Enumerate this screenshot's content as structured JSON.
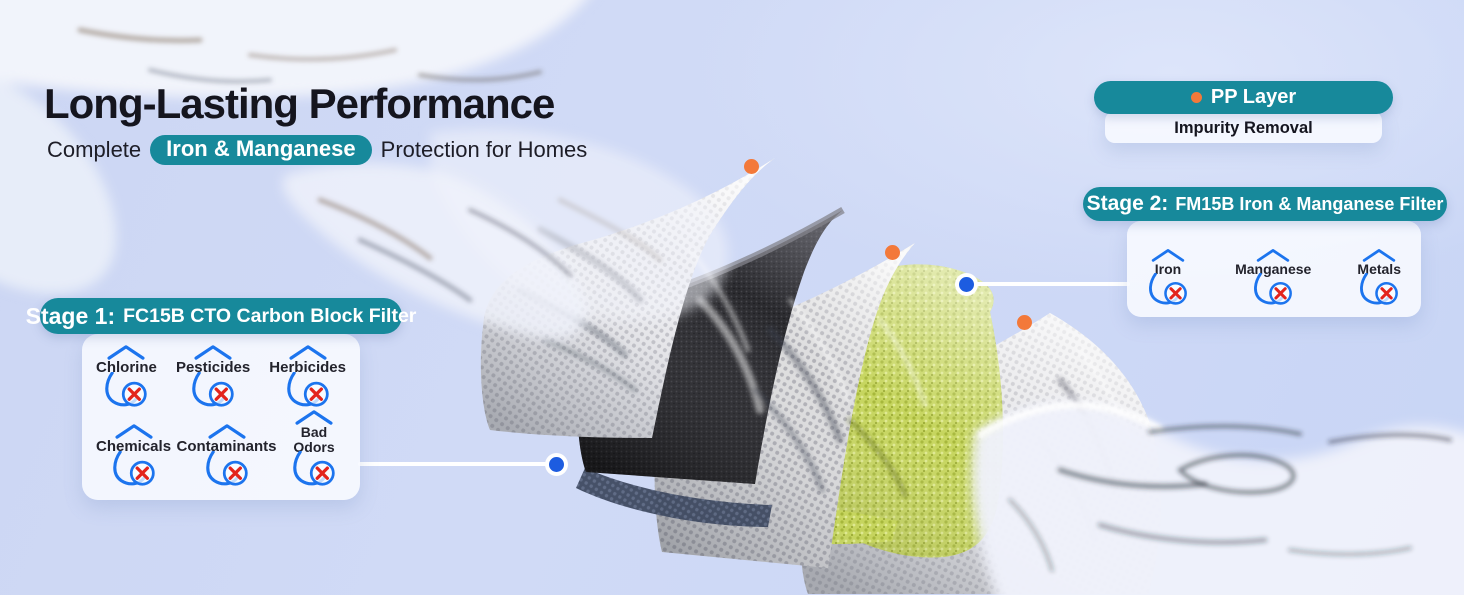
{
  "hero": {
    "title": "Long-Lasting Performance",
    "subtitle_prefix": "Complete",
    "subtitle_badge": "Iron & Manganese",
    "subtitle_suffix": "Protection for Homes"
  },
  "pp_callout": {
    "label": "PP Layer",
    "description": "Impurity Removal"
  },
  "stage2": {
    "pill_prefix": "Stage 2:",
    "pill_name": "FM15B Iron & Manganese Filter",
    "items": [
      "Iron",
      "Manganese",
      "Metals"
    ]
  },
  "stage1": {
    "pill_prefix": "Stage 1:",
    "pill_name": "FC15B CTO Carbon Block Filter",
    "items": [
      "Chlorine",
      "Pesticides",
      "Herbicides",
      "Chemicals",
      "Contaminants",
      "Bad Odors"
    ]
  },
  "colors": {
    "teal_pill": "#17899B",
    "orange_marker": "#F3793A",
    "blue_marker": "#1D5CE0",
    "red_cross": "#E3241D",
    "icon_blue": "#1C74EE",
    "background": "#CDD7F4"
  },
  "icons": {
    "pp_bullet": "orange-dot",
    "layer_marker": "orange-dot-marker",
    "stage_marker": "blue-dot-marker",
    "contaminant_top": "water-drop-chevron",
    "contaminant_bottom": "water-drop-blocked-cross"
  }
}
